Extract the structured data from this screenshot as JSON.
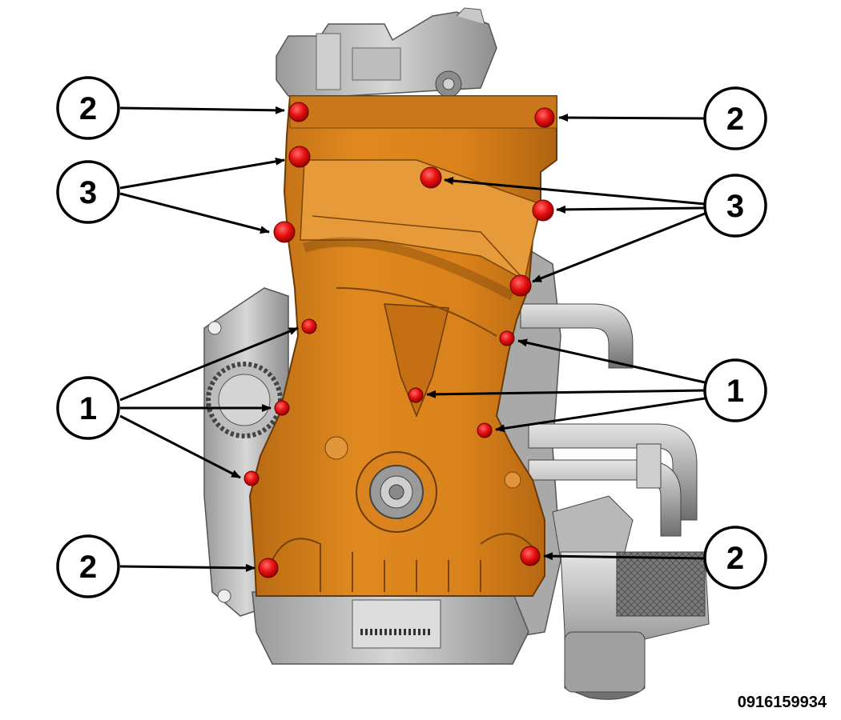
{
  "figure": {
    "id": "0916159934",
    "colors": {
      "cover": "#d8801a",
      "cover_dark": "#a55d0c",
      "cover_light": "#eda64c",
      "bolt": "#e81010",
      "engine_gray": "#b4b4b4",
      "outline": "#000000"
    },
    "callouts": [
      {
        "label": "2"
      },
      {
        "label": "2"
      },
      {
        "label": "3"
      },
      {
        "label": "3"
      },
      {
        "label": "1"
      },
      {
        "label": "1"
      },
      {
        "label": "2"
      },
      {
        "label": "2"
      }
    ]
  }
}
